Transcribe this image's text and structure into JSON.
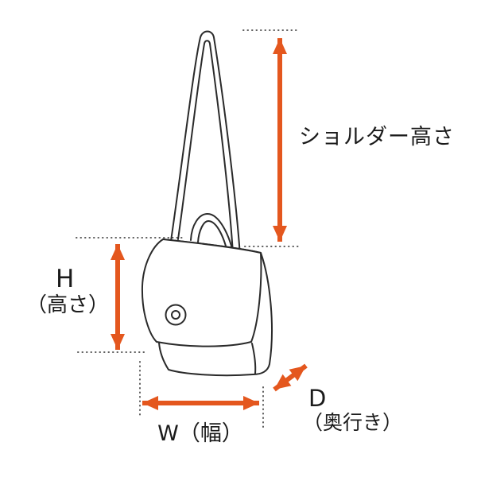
{
  "labels": {
    "shoulder_height": "ショルダー高さ",
    "height_letter": "H",
    "height_paren": "（高さ）",
    "width": "W（幅）",
    "depth_letter": "D",
    "depth_paren": "（奥行き）"
  },
  "colors": {
    "arrow": "#E4571E",
    "line": "#2a2a2a",
    "guide": "#5a5a5a",
    "background": "#ffffff"
  }
}
